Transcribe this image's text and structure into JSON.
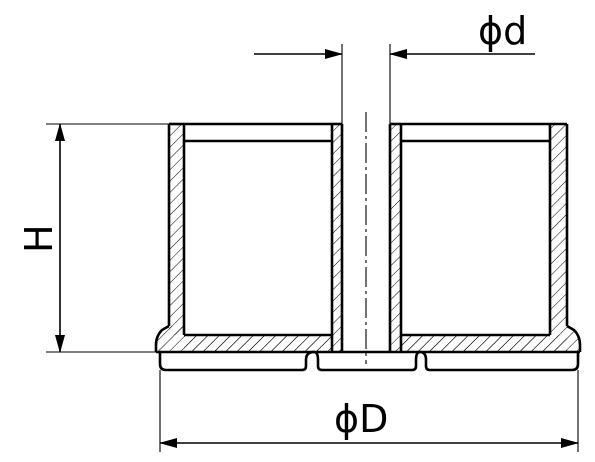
{
  "diagram": {
    "type": "technical-drawing-section",
    "dimensions": {
      "inner_diameter_label": "ϕd",
      "height_label": "H",
      "outer_diameter_label": "ϕD"
    },
    "colors": {
      "line": "#000000",
      "background": "#ffffff"
    }
  }
}
